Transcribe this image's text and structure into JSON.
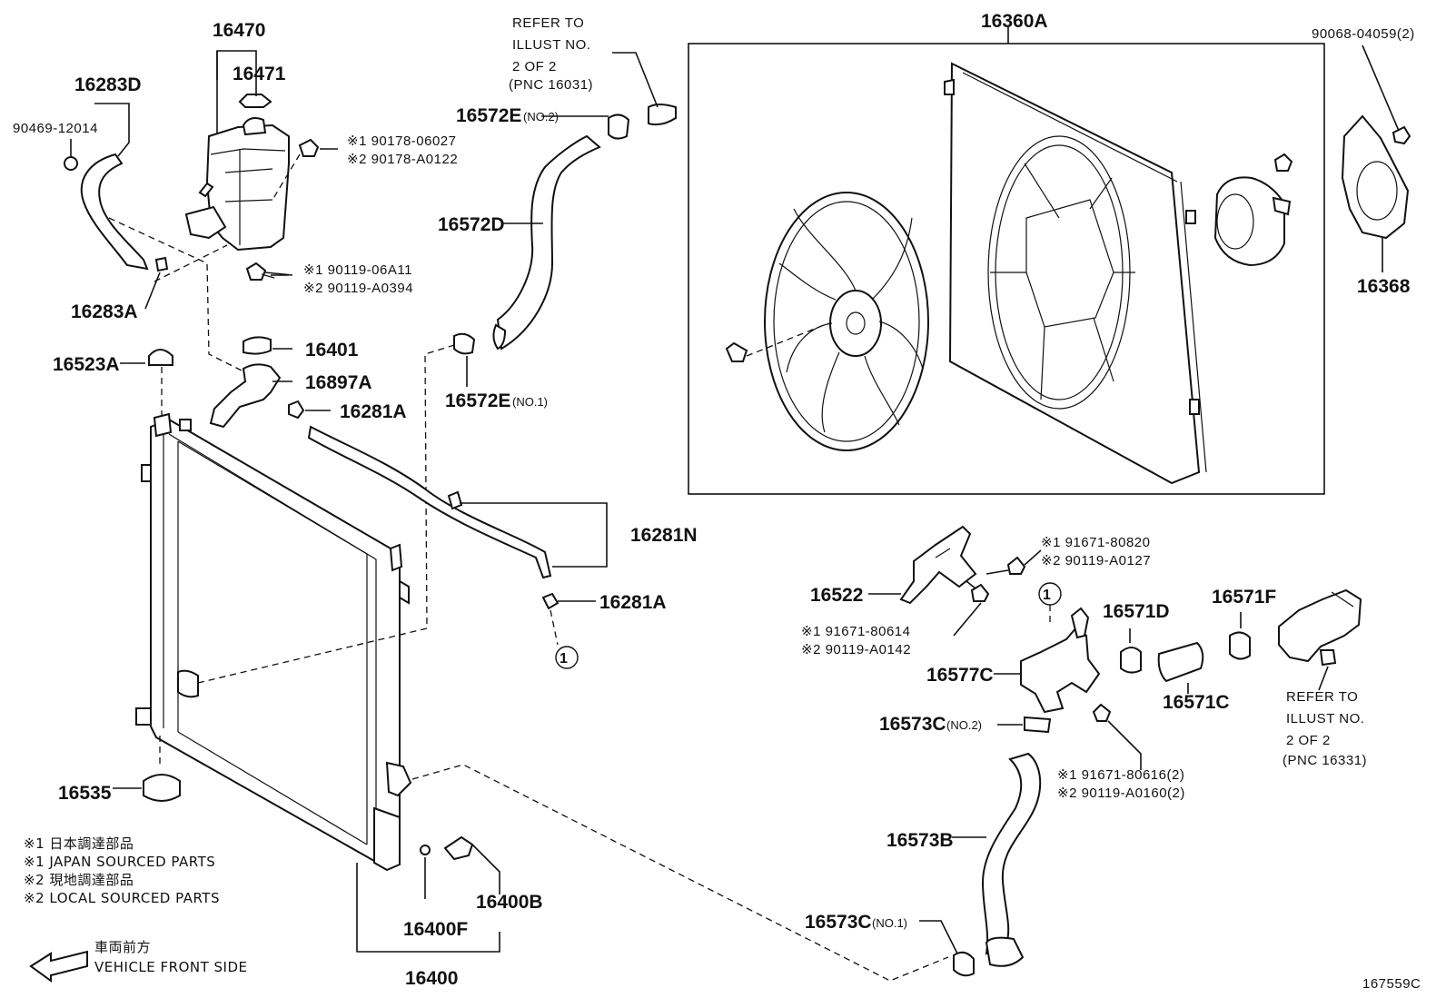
{
  "labels": {
    "p16470": "16470",
    "p16471": "16471",
    "p16283D": "16283D",
    "p90469": "90469-12014",
    "p16283A": "16283A",
    "p16401": "16401",
    "p16897A": "16897A",
    "p16281A_top": "16281A",
    "p16523A": "16523A",
    "p16572E_top": "16572E",
    "p16572E_top_tag": "(NO.2)",
    "p16572D": "16572D",
    "p16572E_bot": "16572E",
    "p16572E_bot_tag": "(NO.1)",
    "p16360A": "16360A",
    "p90068": "90068-04059(2)",
    "p16368": "16368",
    "p16281N": "16281N",
    "p16281A_bot": "16281A",
    "p16522": "16522",
    "p16577C": "16577C",
    "p16571D": "16571D",
    "p16571F": "16571F",
    "p16571C": "16571C",
    "p16573C_top": "16573C",
    "p16573C_top_tag": "(NO.2)",
    "p16573B": "16573B",
    "p16573C_bot": "16573C",
    "p16573C_bot_tag": "(NO.1)",
    "p16535": "16535",
    "p16400F": "16400F",
    "p16400B": "16400B",
    "p16400": "16400",
    "ref_id": "167559C"
  },
  "callouts": {
    "c1a": "※1 90178-06027",
    "c1b": "※2 90178-A0122",
    "c2a": "※1 90119-06A11",
    "c2b": "※2 90119-A0394",
    "c3a": "※1 91671-80820",
    "c3b": "※2 90119-A0127",
    "c4a": "※1 91671-80614",
    "c4b": "※2 90119-A0142",
    "c5a": "※1 91671-80616(2)",
    "c5b": "※2 90119-A0160(2)"
  },
  "refer_top": {
    "line1": "REFER TO",
    "line2": "ILLUST NO.",
    "line3": "2 OF 2",
    "line4": "(PNC 16031)"
  },
  "refer_right": {
    "line1": "REFER TO",
    "line2": "ILLUST NO.",
    "line3": "2 OF 2",
    "line4": "(PNC 16331)"
  },
  "circle_marks": {
    "m1": "1",
    "m2": "1"
  },
  "legend": {
    "l1": "※1  日本調達部品",
    "l2": "※1  JAPAN SOURCED PARTS",
    "l3": "※2  現地調達部品",
    "l4": "※2  LOCAL SOURCED PARTS"
  },
  "direction": {
    "jp": "車両前方",
    "en": "VEHICLE FRONT SIDE"
  }
}
